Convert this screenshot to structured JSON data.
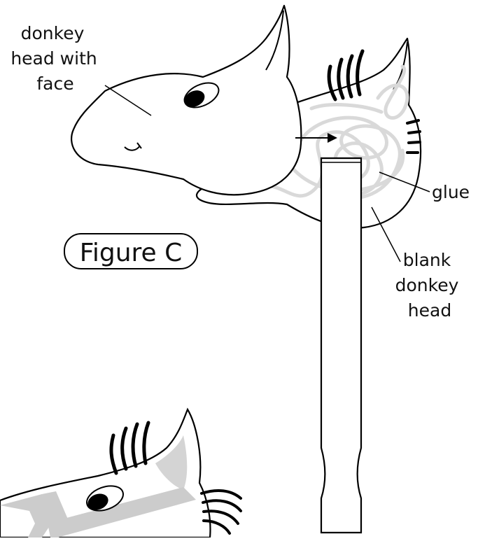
{
  "labels": {
    "face_head": [
      "donkey",
      "head with",
      "face"
    ],
    "glue": "glue",
    "blank_head": [
      "blank",
      "donkey",
      "head"
    ]
  },
  "figure_label": "Figure C",
  "colors": {
    "outline": "#000000",
    "glue": "#d9d9d9",
    "halter": "#cccccc",
    "inner_ear": "#d4d4d4",
    "fill": "#ffffff"
  }
}
